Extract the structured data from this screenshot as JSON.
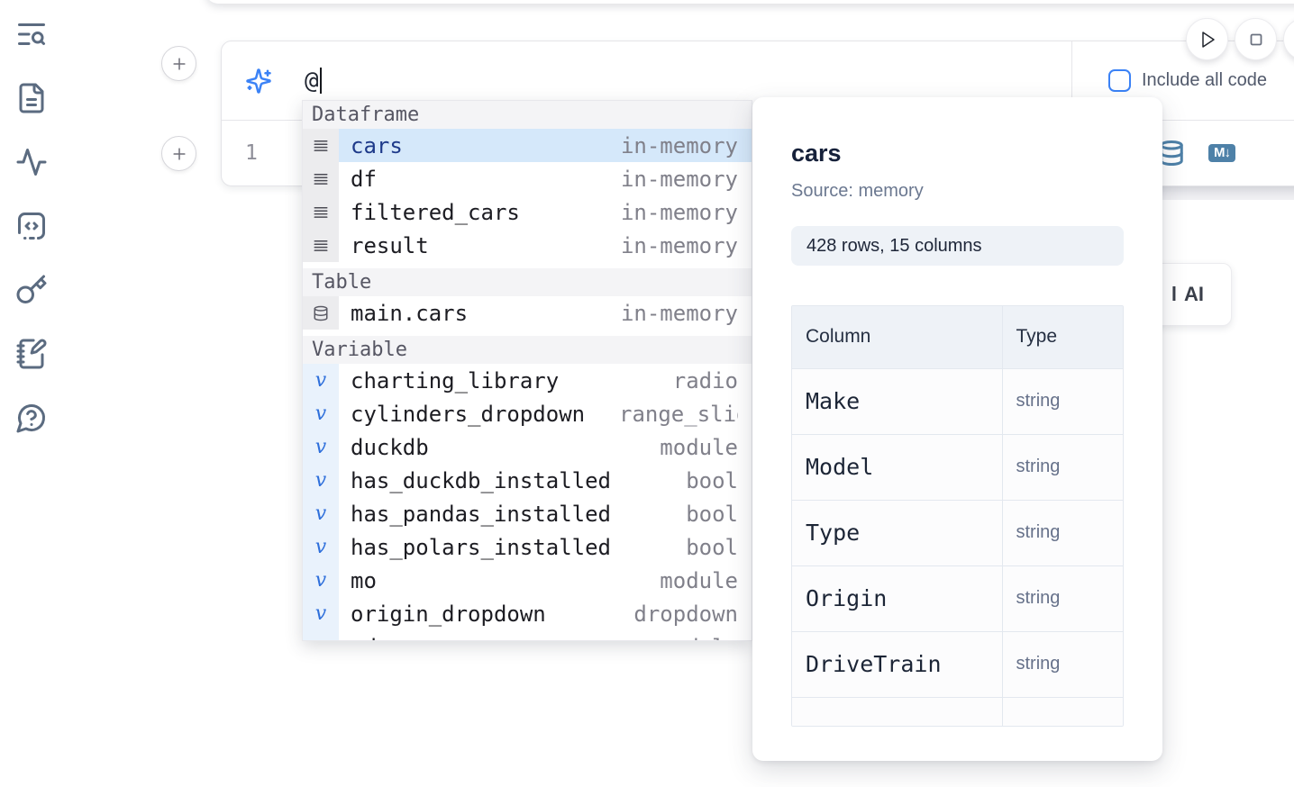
{
  "colors": {
    "accent": "#3b82f6",
    "icon_steel_blue": "#4e81a8",
    "selection_blue": "#d5e8fa",
    "sidebar_icon": "#5b6b80"
  },
  "sidebar": {
    "icons": [
      "toc-search",
      "document",
      "tracer",
      "snippets",
      "secrets",
      "scratchpad",
      "help"
    ]
  },
  "ai_cell": {
    "prompt_value": "@",
    "include_all_code_label": "Include all code"
  },
  "code_cell": {
    "line_number": "1"
  },
  "cell_actions": {
    "markdown_badge": "M↓"
  },
  "output_button": {
    "clipped_text": "l",
    "label": "AI"
  },
  "completion_menu": {
    "sections": [
      {
        "label": "Dataframe",
        "kind": "dataframe",
        "items": [
          {
            "name": "cars",
            "type": "in-memory",
            "selected": true
          },
          {
            "name": "df",
            "type": "in-memory"
          },
          {
            "name": "filtered_cars",
            "type": "in-memory"
          },
          {
            "name": "result",
            "type": "in-memory"
          }
        ]
      },
      {
        "label": "Table",
        "kind": "table",
        "items": [
          {
            "name": "main.cars",
            "type": "in-memory"
          }
        ]
      },
      {
        "label": "Variable",
        "kind": "variable",
        "items": [
          {
            "name": "charting_library",
            "type": "radio"
          },
          {
            "name": "cylinders_dropdown",
            "type": "range_slider"
          },
          {
            "name": "duckdb",
            "type": "module"
          },
          {
            "name": "has_duckdb_installed",
            "type": "bool"
          },
          {
            "name": "has_pandas_installed",
            "type": "bool"
          },
          {
            "name": "has_polars_installed",
            "type": "bool"
          },
          {
            "name": "mo",
            "type": "module"
          },
          {
            "name": "origin_dropdown",
            "type": "dropdown"
          },
          {
            "name": "pd",
            "type": "module"
          }
        ]
      }
    ]
  },
  "preview_panel": {
    "title": "cars",
    "source": "Source: memory",
    "shape": "428 rows, 15 columns",
    "table": {
      "headers": [
        "Column",
        "Type"
      ],
      "rows": [
        [
          "Make",
          "string"
        ],
        [
          "Model",
          "string"
        ],
        [
          "Type",
          "string"
        ],
        [
          "Origin",
          "string"
        ],
        [
          "DriveTrain",
          "string"
        ]
      ]
    }
  }
}
